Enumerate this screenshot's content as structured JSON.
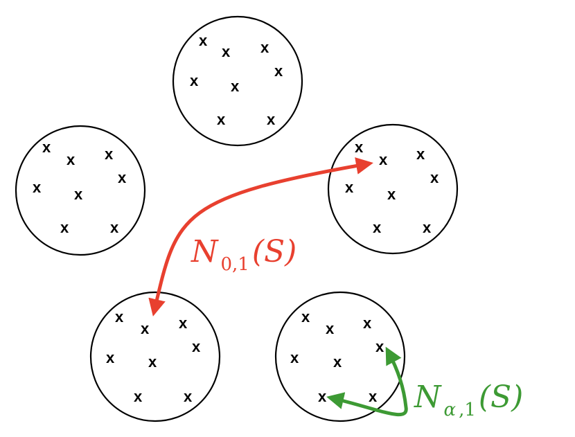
{
  "diagram": {
    "point_marker": "x",
    "clusters": [
      {
        "id": "top",
        "point_count": 8
      },
      {
        "id": "left",
        "point_count": 8
      },
      {
        "id": "right",
        "point_count": 8
      },
      {
        "id": "bottom-left",
        "point_count": 8
      },
      {
        "id": "bottom-right",
        "point_count": 8
      }
    ],
    "red_arrow": {
      "color": "#e8402f",
      "label": {
        "N": "N",
        "sub": "0,1",
        "arg": "(S)"
      }
    },
    "green_arrow": {
      "color": "#3d9a34",
      "label": {
        "N": "N",
        "sub_alpha": "α",
        "sub_rest": ",1",
        "arg": "(S)"
      }
    }
  }
}
